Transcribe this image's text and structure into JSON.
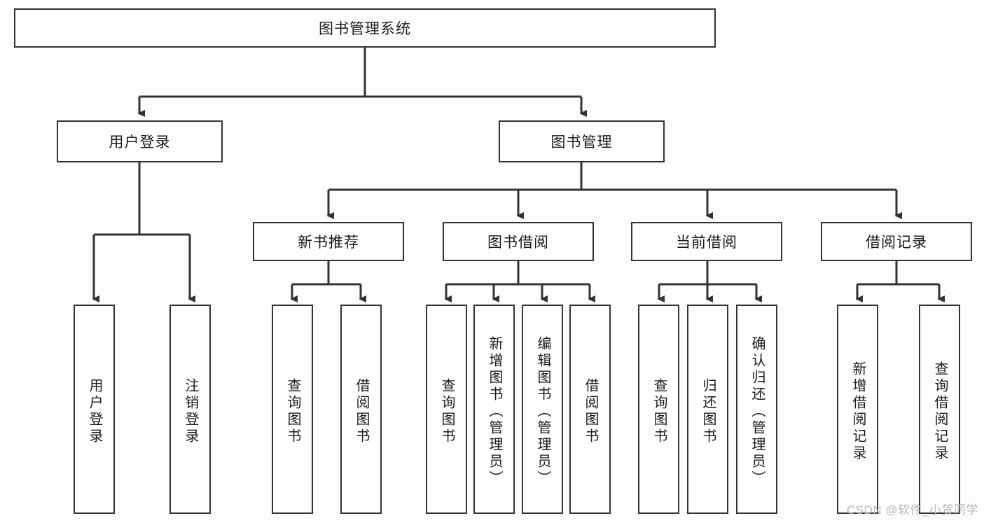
{
  "diagram": {
    "title": "图书管理系统",
    "type": "tree-hierarchy-chart",
    "colors": {
      "background": "#fdfdfd",
      "box_border": "#333333",
      "box_fill": "#ffffff",
      "connector": "#333333",
      "text": "#1a1a1a",
      "watermark": "#b9b9b9"
    },
    "root": {
      "label": "图书管理系统"
    },
    "level2": [
      {
        "label": "用户登录"
      },
      {
        "label": "图书管理"
      }
    ],
    "level3": [
      {
        "label": "新书推荐"
      },
      {
        "label": "图书借阅"
      },
      {
        "label": "当前借阅"
      },
      {
        "label": "借阅记录"
      }
    ],
    "leaves": {
      "user_login": [
        {
          "label": "用户登录"
        },
        {
          "label": "注销登录"
        }
      ],
      "new_book": [
        {
          "label": "查询图书"
        },
        {
          "label": "借阅图书"
        }
      ],
      "book_borrow": [
        {
          "label": "查询图书"
        },
        {
          "label": "新增图书（管理员）"
        },
        {
          "label": "编辑图书（管理员）"
        },
        {
          "label": "借阅图书"
        }
      ],
      "current_borrow": [
        {
          "label": "查询图书"
        },
        {
          "label": "归还图书"
        },
        {
          "label": "确认归还（管理员）"
        }
      ],
      "borrow_record": [
        {
          "label": "新增借阅记录"
        },
        {
          "label": "查询借阅记录"
        }
      ]
    }
  },
  "watermark": {
    "text": "CSDN @软件_小贺同学"
  }
}
